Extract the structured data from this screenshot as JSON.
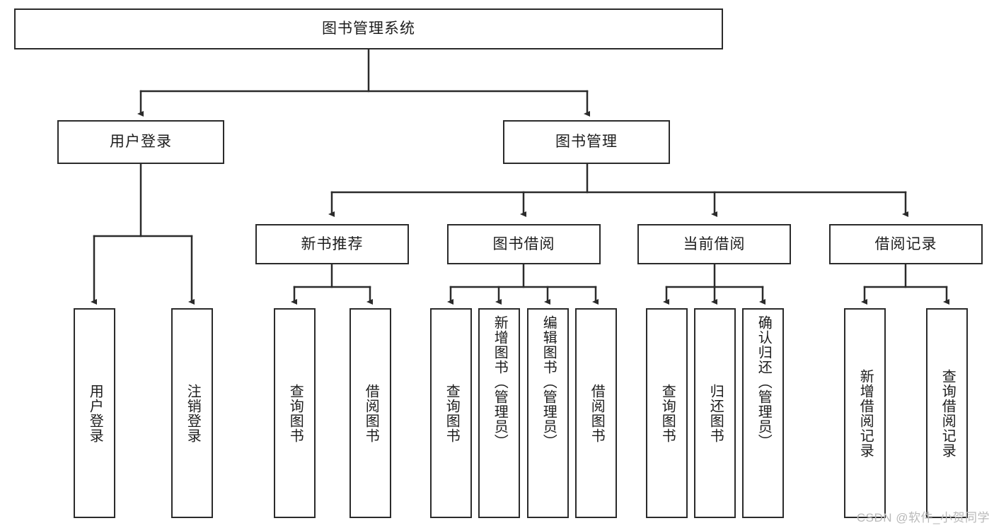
{
  "diagram": {
    "type": "tree",
    "title_node": "图书管理系统",
    "watermark": "CSDN @软件_小贺同学",
    "colors": {
      "stroke": "#2b2b2b",
      "fill": "#ffffff",
      "text": "#1d1d1d",
      "watermark": "#b9b9b9"
    },
    "nodes": {
      "root": "图书管理系统",
      "level2": [
        "用户登录",
        "图书管理"
      ],
      "level3": [
        "新书推荐",
        "图书借阅",
        "当前借阅",
        "借阅记录"
      ],
      "leaves": [
        "用户登录",
        "注销登录",
        "查询图书",
        "借阅图书",
        "查询图书",
        "新增图书（管理员）",
        "编辑图书（管理员）",
        "借阅图书",
        "查询图书",
        "归还图书",
        "确认归还（管理员）",
        "新增借阅记录",
        "查询借阅记录"
      ]
    },
    "edges": [
      {
        "from": "图书管理系统",
        "to": "用户登录"
      },
      {
        "from": "图书管理系统",
        "to": "图书管理"
      },
      {
        "from": "用户登录",
        "to": "用户登录"
      },
      {
        "from": "用户登录",
        "to": "注销登录"
      },
      {
        "from": "图书管理",
        "to": "新书推荐"
      },
      {
        "from": "图书管理",
        "to": "图书借阅"
      },
      {
        "from": "图书管理",
        "to": "当前借阅"
      },
      {
        "from": "图书管理",
        "to": "借阅记录"
      },
      {
        "from": "新书推荐",
        "to": "查询图书"
      },
      {
        "from": "新书推荐",
        "to": "借阅图书"
      },
      {
        "from": "图书借阅",
        "to": "查询图书"
      },
      {
        "from": "图书借阅",
        "to": "新增图书（管理员）"
      },
      {
        "from": "图书借阅",
        "to": "编辑图书（管理员）"
      },
      {
        "from": "图书借阅",
        "to": "借阅图书"
      },
      {
        "from": "当前借阅",
        "to": "查询图书"
      },
      {
        "from": "当前借阅",
        "to": "归还图书"
      },
      {
        "from": "当前借阅",
        "to": "确认归还（管理员）"
      },
      {
        "from": "借阅记录",
        "to": "新增借阅记录"
      },
      {
        "from": "借阅记录",
        "to": "查询借阅记录"
      }
    ]
  }
}
